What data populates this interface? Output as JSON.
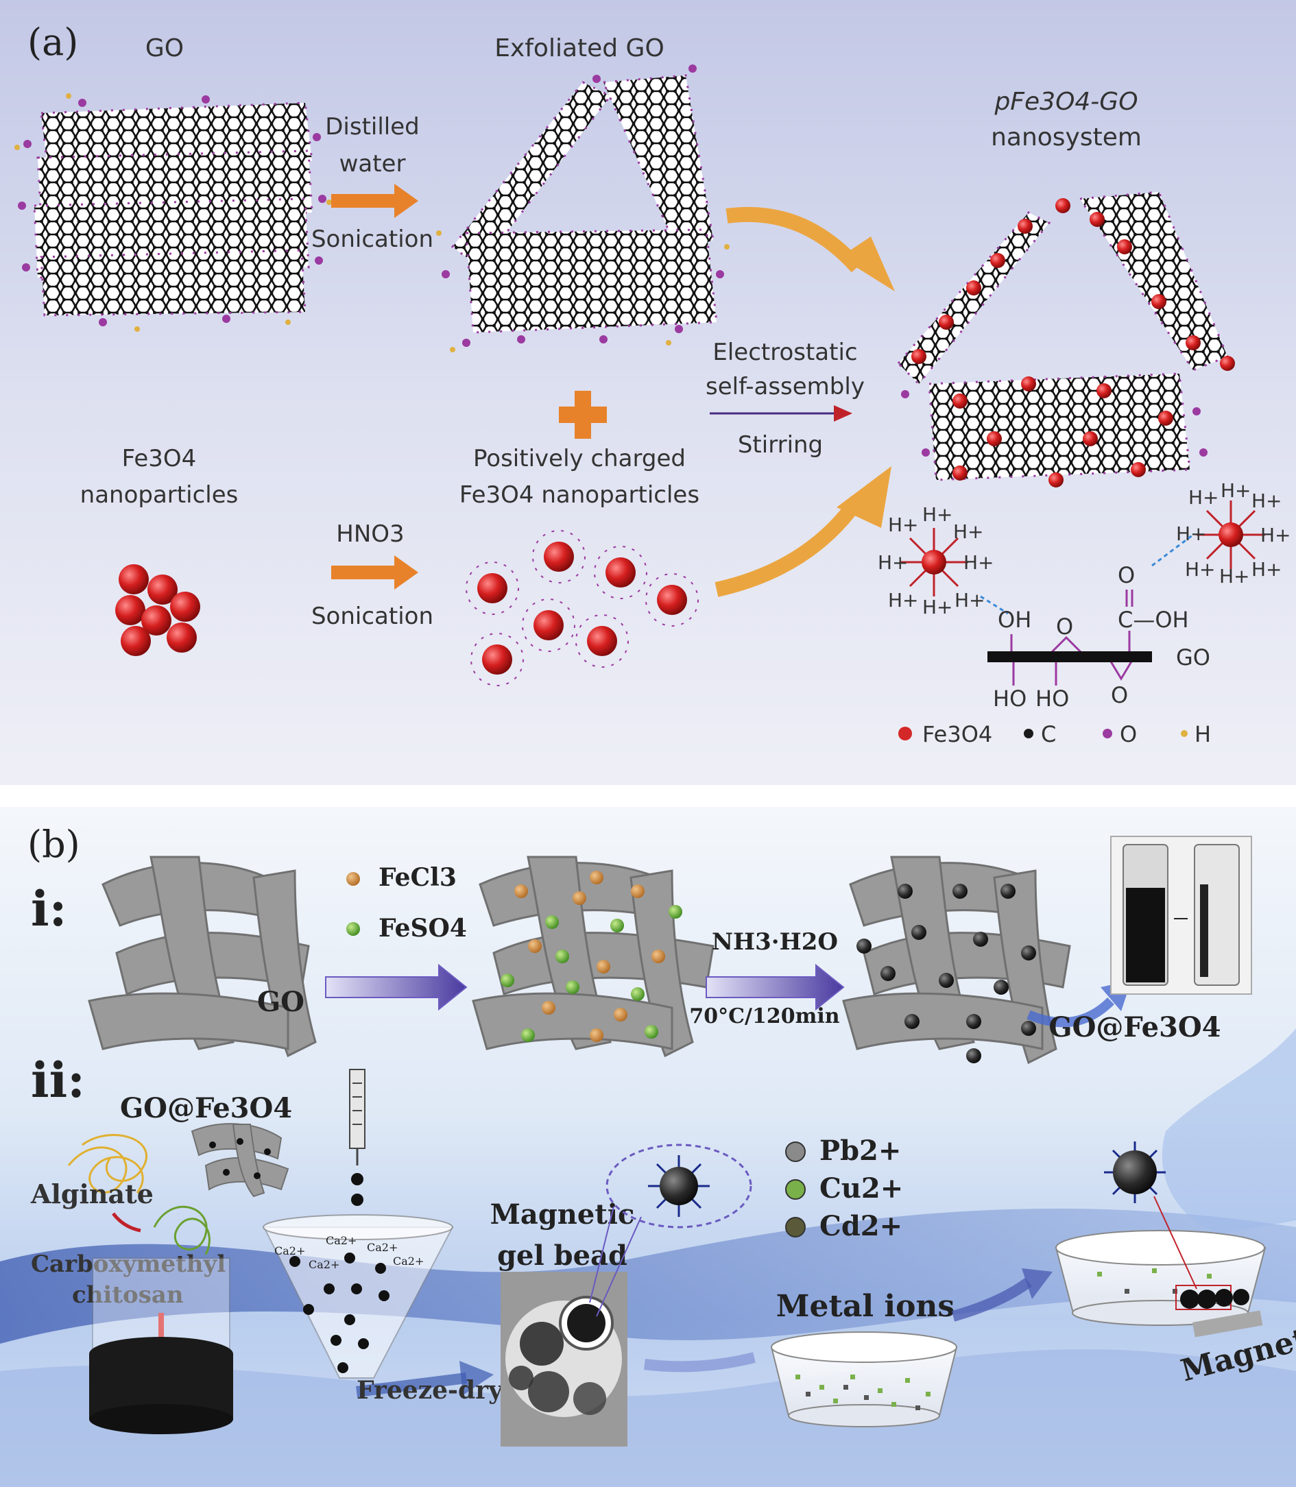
{
  "panel_a": {
    "tag": "(a)",
    "go": "GO",
    "exfoliated": "Exfoliated GO",
    "step1": [
      "Distilled",
      "water",
      "Sonication"
    ],
    "nanosystem": [
      "pFe3O4-GO",
      "nanosystem"
    ],
    "fe3o4": [
      "Fe3O4",
      "nanoparticles"
    ],
    "step2": [
      "HNO3",
      "Sonication"
    ],
    "positive": [
      "Positively charged",
      "Fe3O4 nanoparticles"
    ],
    "step3": [
      "Electrostatic",
      "self-assembly",
      "Stirring"
    ],
    "hplus": "H+",
    "groups": {
      "oh": "OH",
      "o": "O",
      "c": "C",
      "cooh": "C—OH",
      "go": "GO",
      "ho": "HO"
    },
    "legend": [
      {
        "label": "Fe3O4",
        "color": "#d42828"
      },
      {
        "label": "C",
        "color": "#1a1a1a"
      },
      {
        "label": "O",
        "color": "#9b3aa0"
      },
      {
        "label": "H",
        "color": "#e0b040"
      }
    ]
  },
  "panel_b": {
    "tag": "(b)",
    "row_i": "i:",
    "row_ii": "ii:",
    "fecl3": "FeCl3",
    "feso4": "FeSO4",
    "go": "GO",
    "reagent": "NH3·H2O",
    "conditions": "70°C/120min",
    "product": "GO@Fe3O4",
    "product2": "GO@Fe3O4",
    "alginate": "Alginate",
    "carboxymethyl": [
      "Carboxymethyl",
      "chitosan"
    ],
    "ca": "Ca2+",
    "magnetic": [
      "Magnetic",
      "gel bead"
    ],
    "freeze_dry": "Freeze-dry",
    "ions": [
      {
        "label": "Pb2+",
        "color": "#8a8a8a"
      },
      {
        "label": "Cu2+",
        "color": "#7ab04a"
      },
      {
        "label": "Cd2+",
        "color": "#5a5a3a"
      }
    ],
    "metal_ions": "Metal ions",
    "magnet": "Magnet"
  }
}
